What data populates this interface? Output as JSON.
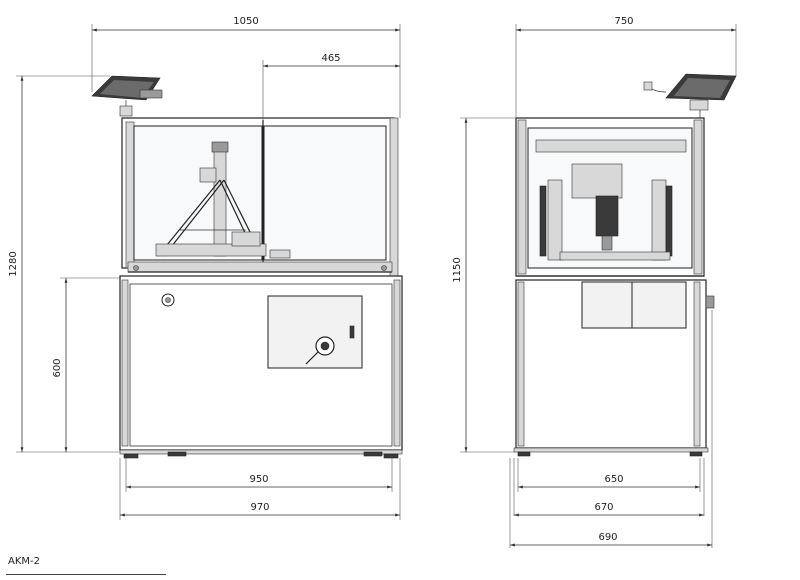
{
  "front_view": {
    "dim_total_width": "1050",
    "dim_partial_width": "465",
    "dim_total_height": "1280",
    "dim_base_height": "600",
    "dim_frame_width": "950",
    "dim_base_width": "970"
  },
  "side_view": {
    "dim_top_width": "750",
    "dim_frame_height": "1150",
    "dim_width_650": "650",
    "dim_width_670": "670",
    "dim_width_690": "690"
  },
  "caption": "AKM-2"
}
